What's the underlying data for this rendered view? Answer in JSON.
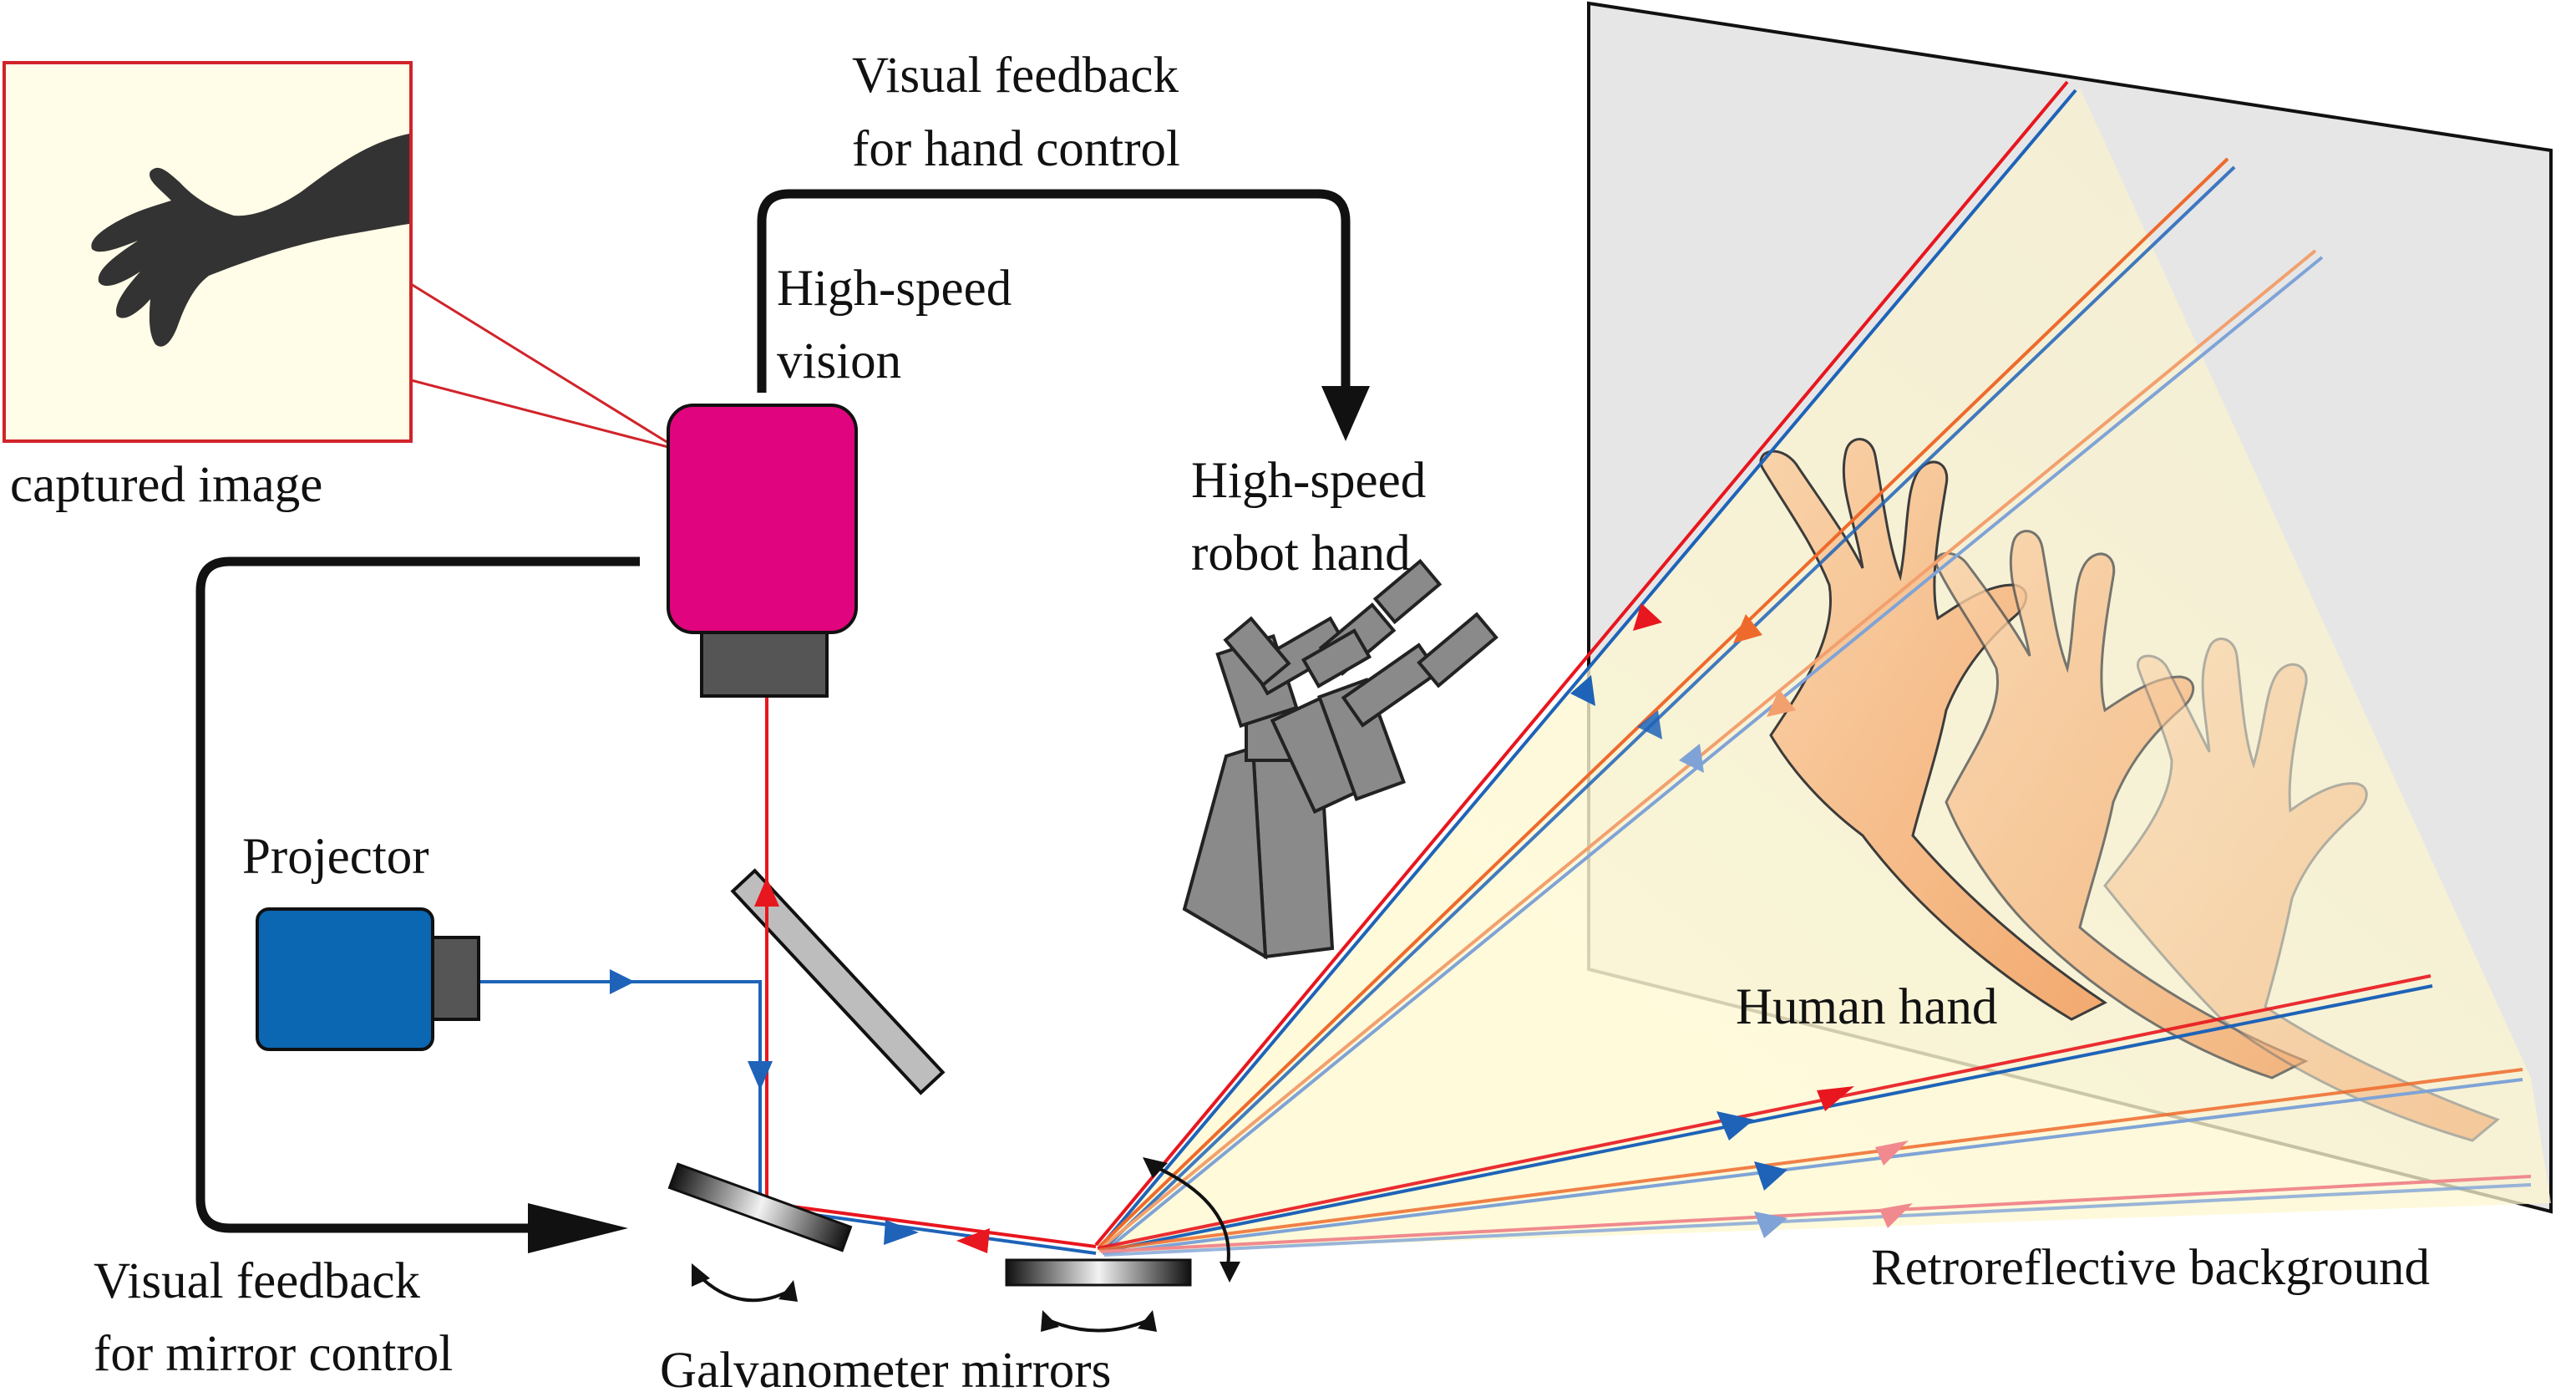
{
  "labels": {
    "visual_feedback_hand": [
      "Visual feedback",
      "for hand control"
    ],
    "high_speed_vision": [
      "High-speed",
      "vision"
    ],
    "high_speed_robot_hand": [
      "High-speed",
      "robot hand"
    ],
    "captured_image": "captured image",
    "projector": "Projector",
    "human_hand": "Human hand",
    "visual_feedback_mirror": [
      "Visual feedback",
      "for mirror control"
    ],
    "galvanometer_mirrors": "Galvanometer mirrors",
    "retroreflective_background": "Retroreflective background"
  },
  "colors": {
    "camera_body": "#E0047E",
    "camera_lens": "#555555",
    "projector_body": "#0B67B2",
    "projector_lens": "#555555",
    "red_ray": "#E8161E",
    "blue_ray": "#1E63B8",
    "orange_ray": "#EE6A2C",
    "light_blue_ray": "#7FA3D6",
    "light_orange_ray": "#F2A06E",
    "pink_ray": "#F08A8E",
    "capture_panel_bg": "#FFFDE7",
    "capture_panel_border": "#D1232A",
    "screen_fill": "#E6E6E6",
    "light_cone": "#FFF8C0",
    "hand_skin": "#F8C48C",
    "robot_gray": "#8A8A8A"
  }
}
